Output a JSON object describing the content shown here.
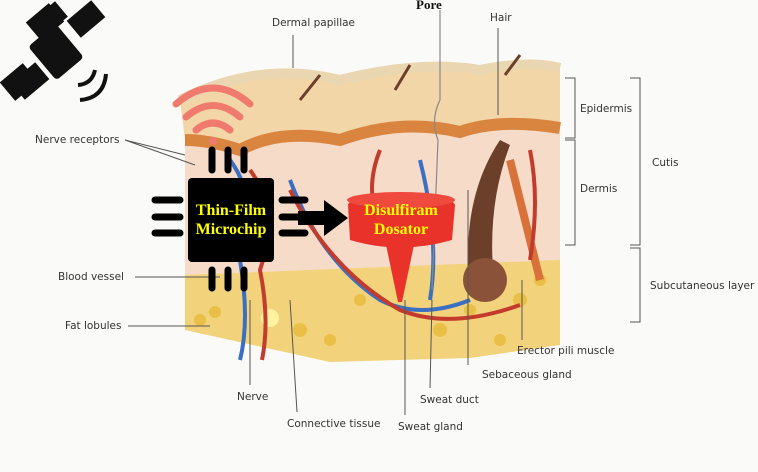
{
  "labels": {
    "pore": "Pore",
    "dermal_papillae": "Dermal papillae",
    "hair": "Hair",
    "epidermis": "Epidermis",
    "dermis": "Dermis",
    "cutis": "Cutis",
    "subcutaneous_layer": "Subcutaneous layer",
    "nerve_receptors": "Nerve receptors",
    "blood_vessel": "Blood vessel",
    "fat_lobules": "Fat lobules",
    "erector_pili_muscle": "Erector pili muscle",
    "sebaceous_gland": "Sebaceous gland",
    "sweat_duct": "Sweat duct",
    "sweat_gland": "Sweat gland",
    "connective_tissue": "Connective tissue",
    "nerve": "Nerve"
  },
  "overlay": {
    "chip_line1": "Thin-Film",
    "chip_line2": "Microchip",
    "dosator_line1": "Disulfiram",
    "dosator_line2": "Dosator"
  },
  "icons": [
    "satellite-icon",
    "wifi-icon",
    "microchip-icon",
    "arrow-right-icon",
    "dosator-icon"
  ],
  "colors": {
    "chip_text": "#ffff00",
    "dosator": "#e8322a",
    "wifi": "#f07a6e"
  }
}
